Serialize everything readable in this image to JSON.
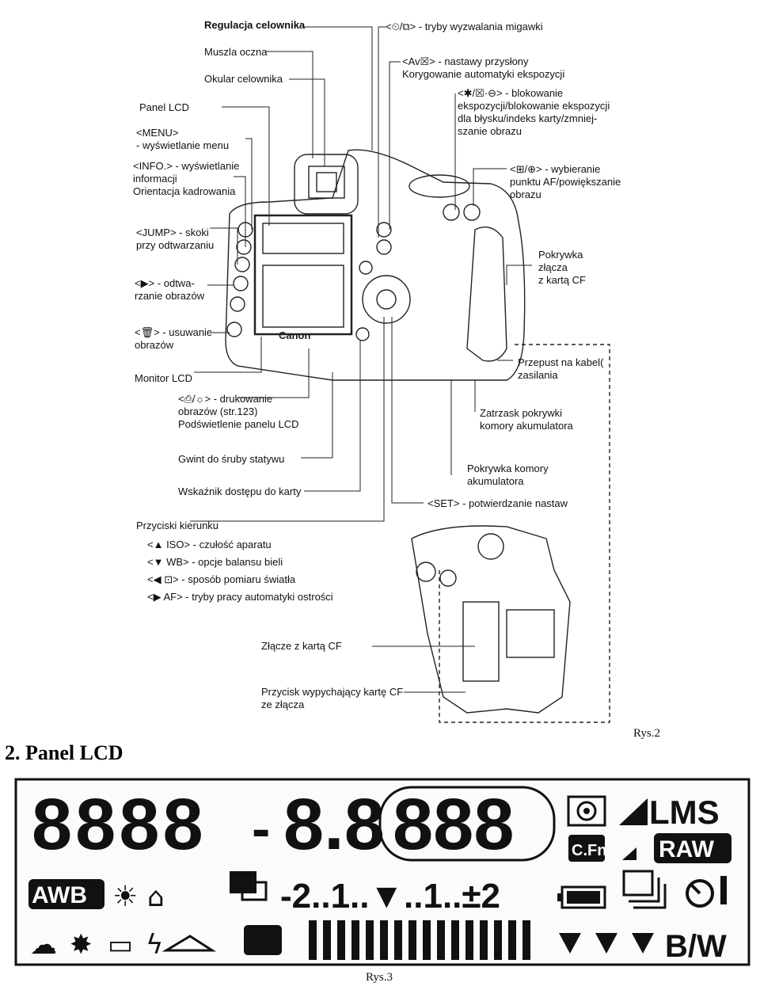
{
  "diagram1": {
    "labels": {
      "regulacja": "Regulacja celownika",
      "muszla": "Muszla oczna",
      "okular": "Okular celownika",
      "panel_lcd": "Panel LCD",
      "menu_1": "<MENU>",
      "menu_2": "- wyświetlanie menu",
      "info_1": "<INFO.> - wyświetlanie",
      "info_2": "informacji",
      "info_3": "Orientacja kadrowania",
      "jump_1": "<JUMP> - skoki",
      "jump_2": "przy odtwarzaniu",
      "play_1": "<▶> - odtwa-",
      "play_2": "rzanie obrazów",
      "del_1": "<🗑> - usuwanie",
      "del_2": "obrazów",
      "monitor": "Monitor LCD",
      "print_1": "<⎙/☼> - drukowanie",
      "print_2": "obrazów (str.123)",
      "print_3": "Podświetlenie panelu LCD",
      "gwint": "Gwint do śruby statywu",
      "wskaznik": "Wskaźnik dostępu do karty",
      "drive": "<⏲/⧉> - tryby wyzwalania migawki",
      "av_1": "<Av☒> - nastawy przysłony",
      "av_2": "Korygowanie automatyki ekspozycji",
      "lock_1": "<✱/☒·⊖> - blokowanie",
      "lock_2": "ekspozycji/blokowanie ekspozycji",
      "lock_3": "dla błysku/indeks karty/zmniej-",
      "lock_4": "szanie obrazu",
      "af_1": "<⊞/⊕> - wybieranie",
      "af_2": "punktu AF/powiększanie",
      "af_3": "obrazu",
      "pokrywka_1": "Pokrywka",
      "pokrywka_2": "złącza",
      "pokrywka_3": "z kartą CF",
      "przepust_1": "Przepust na kabel(",
      "przepust_2": "zasilania",
      "zatrzask_1": "Zatrzask pokrywki",
      "zatrzask_2": "komory akumulatora",
      "komora_1": "Pokrywka komory",
      "komora_2": "akumulatora",
      "set": "<SET> - potwierdzanie nastaw",
      "kier_title": "Przyciski kierunku",
      "kier_1": "<▲ ISO> - czułość aparatu",
      "kier_2": "<▼ WB> - opcje balansu bieli",
      "kier_3": "<◀ ⊡> - sposób pomiaru światła",
      "kier_4": "<▶ AF> - tryby pracy automatyki ostrości",
      "zlacze": "Złącze z kartą CF",
      "wypych_1": "Przycisk wypychający kartę CF",
      "wypych_2": "ze złącza",
      "canon": "Canon"
    },
    "figure_label": "Rys.2"
  },
  "section_title": "2. Panel LCD",
  "lcd_panel": {
    "segments_left": "8888",
    "dash": "-",
    "segments_mid": "8.8",
    "segments_right": "888",
    "size_labels": "LMS",
    "raw": "RAW",
    "awb": "AWB",
    "cfn": "C.Fn",
    "scale": "-2..1..▼..1..±2",
    "bw": "B/W"
  },
  "figure_label_2": "Rys.3"
}
